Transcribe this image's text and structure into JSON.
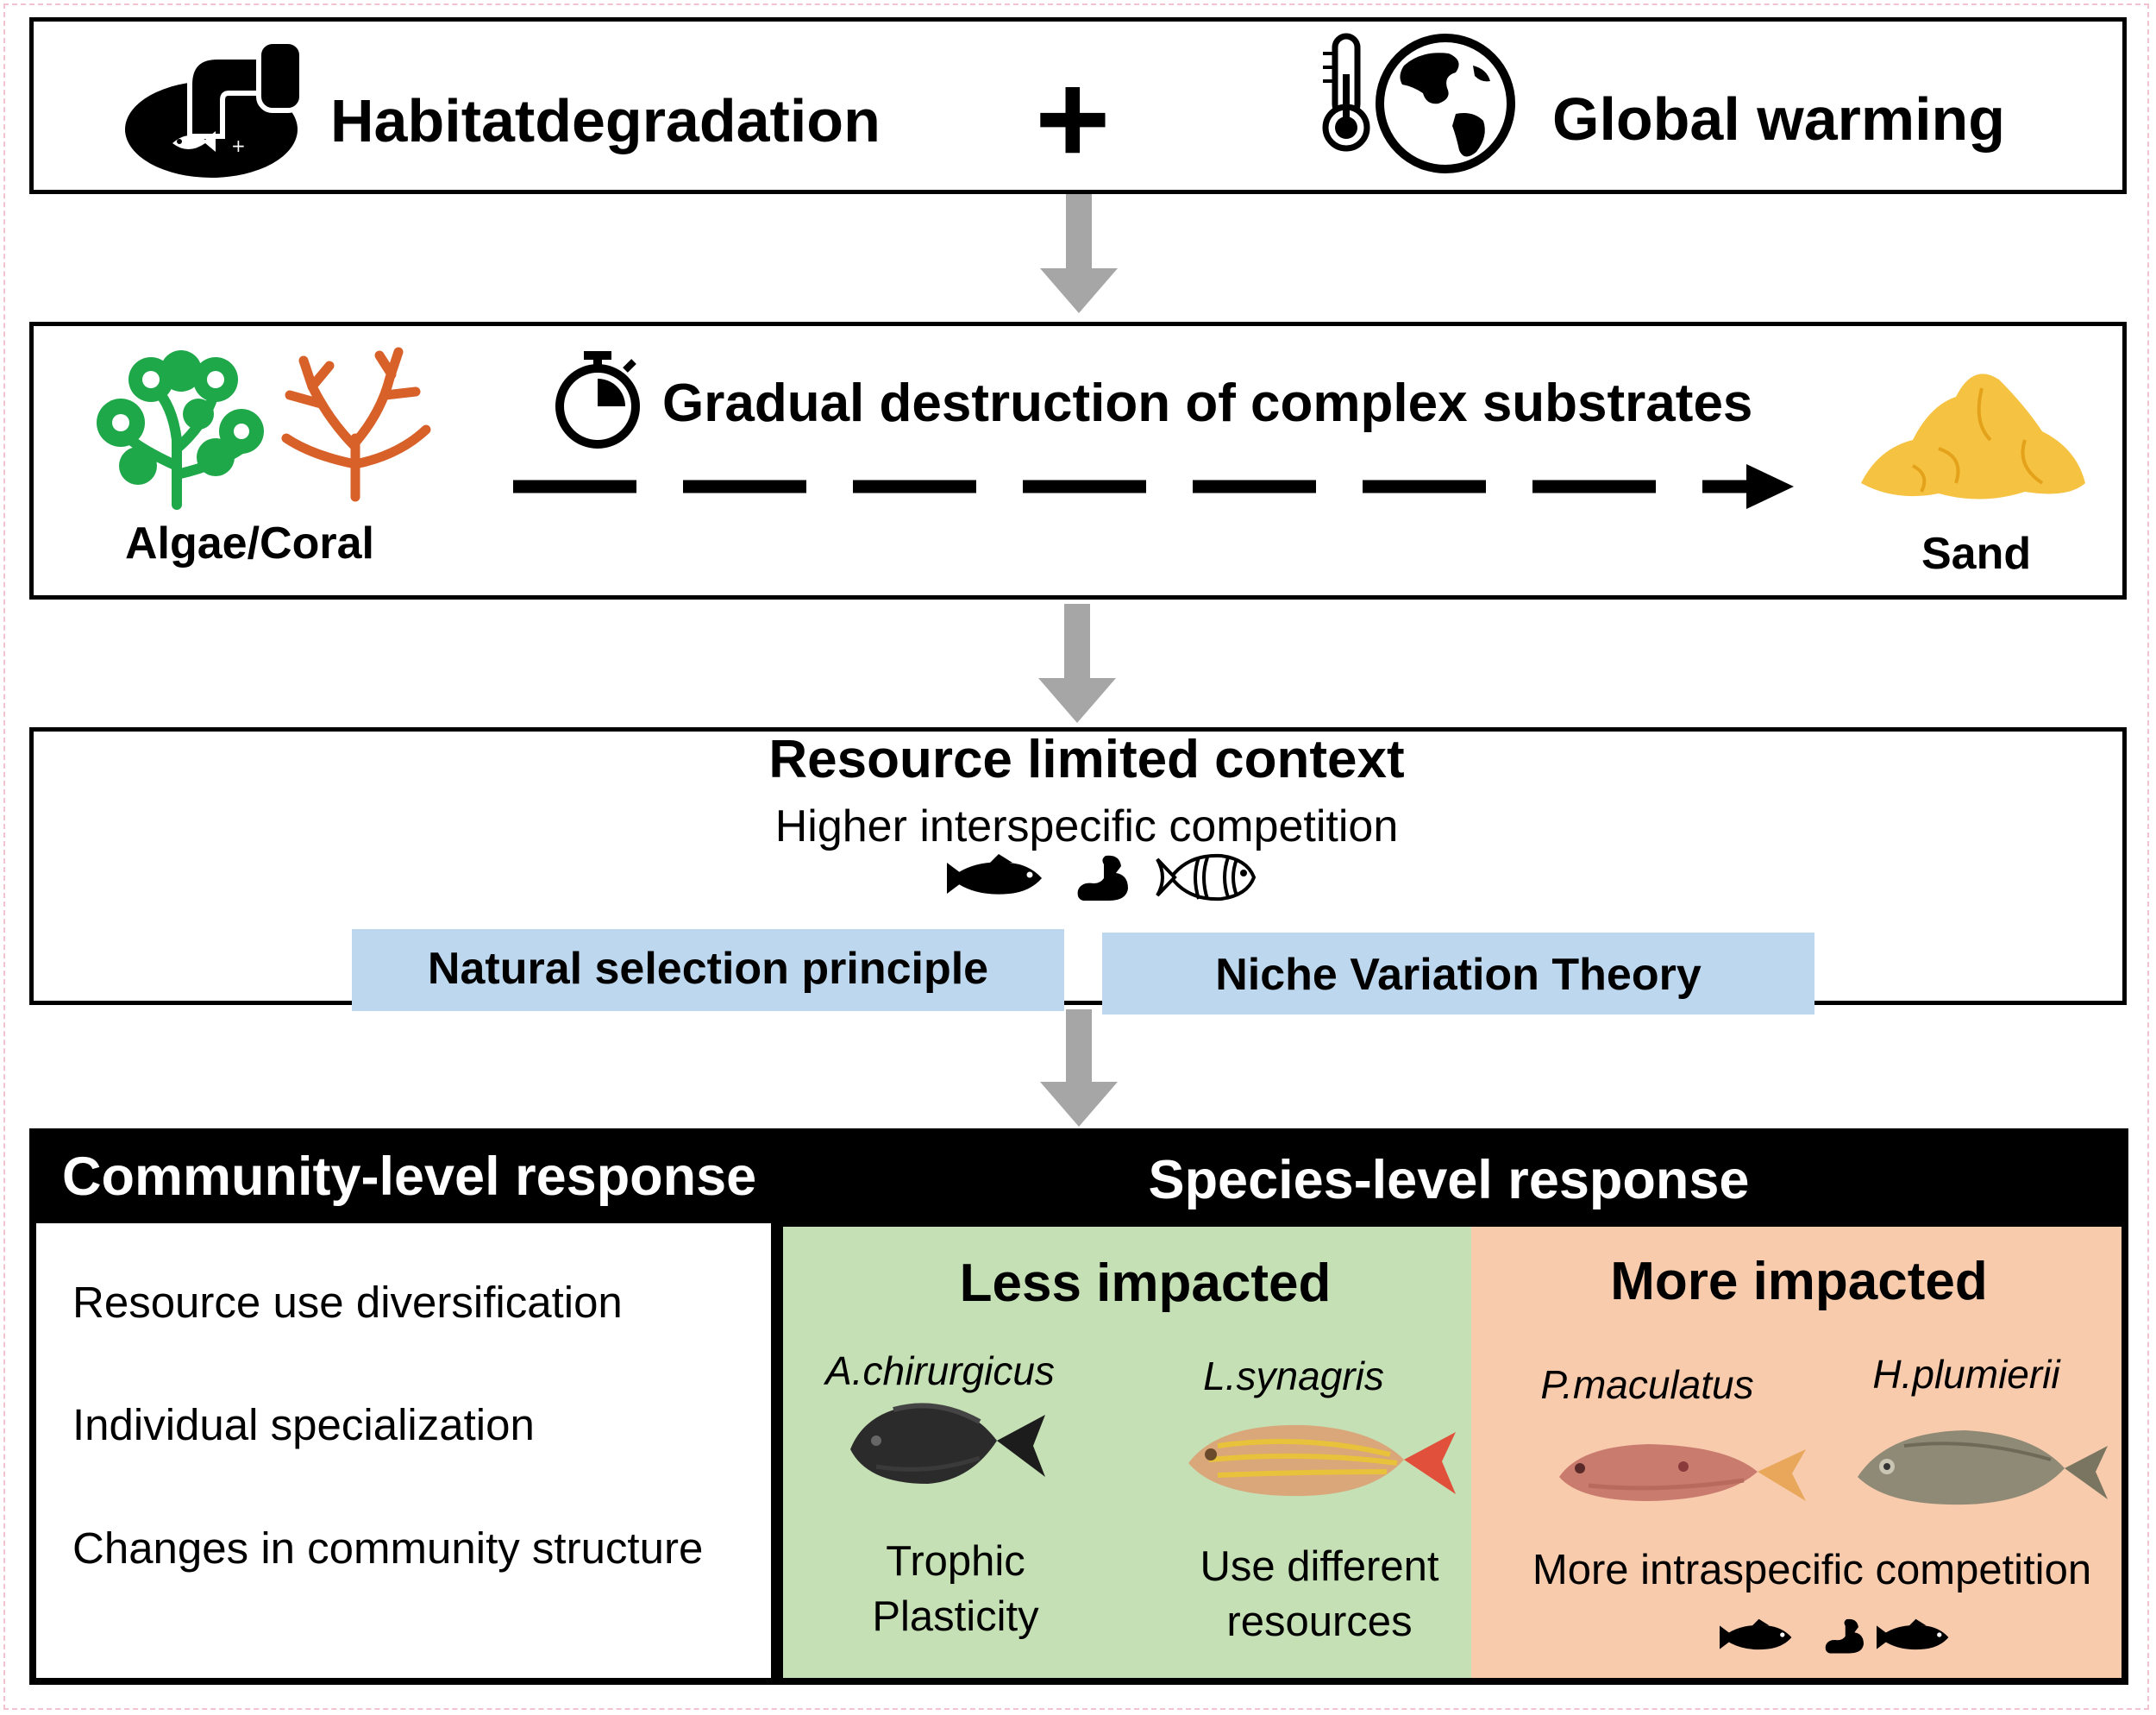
{
  "top": {
    "left_label": "Habitatdegradation",
    "plus": "+",
    "right_label": "Global warming"
  },
  "substrate": {
    "title": "Gradual destruction of complex substrates",
    "start_label": "Algae/Coral",
    "end_label": "Sand"
  },
  "context": {
    "title": "Resource limited context",
    "subtitle": "Higher interspecific competition",
    "principle_left": "Natural selection principle",
    "principle_right": "Niche Variation Theory"
  },
  "community": {
    "header": "Community-level response",
    "items": [
      "Resource use diversification",
      "Individual specialization",
      "Changes in community structure"
    ]
  },
  "species": {
    "header": "Species-level response",
    "less": {
      "title": "Less impacted",
      "species": [
        {
          "name": "A.chirurgicus",
          "note_line1": "Trophic",
          "note_line2": "Plasticity"
        },
        {
          "name": "L.synagris",
          "note_line1": "Use different",
          "note_line2": "resources"
        }
      ]
    },
    "more": {
      "title": "More impacted",
      "species": [
        {
          "name": "P.maculatus"
        },
        {
          "name": "H.plumierii"
        }
      ],
      "note": "More intraspecific competition"
    }
  },
  "colors": {
    "arrow_gray": "#a6a6a6",
    "blue_label": "#bdd7ee",
    "less_green": "#c5e0b4",
    "more_orange": "#f8cbad",
    "algae_green": "#1fa84a",
    "coral_orange": "#d8612a",
    "sand_yellow": "#f5c242"
  },
  "icons": [
    "pollution-pipe-icon",
    "thermometer-icon",
    "globe-icon",
    "stopwatch-icon",
    "algae-icon",
    "coral-icon",
    "sand-pile-icon",
    "fish-icon",
    "muscle-icon",
    "clownfish-icon"
  ]
}
